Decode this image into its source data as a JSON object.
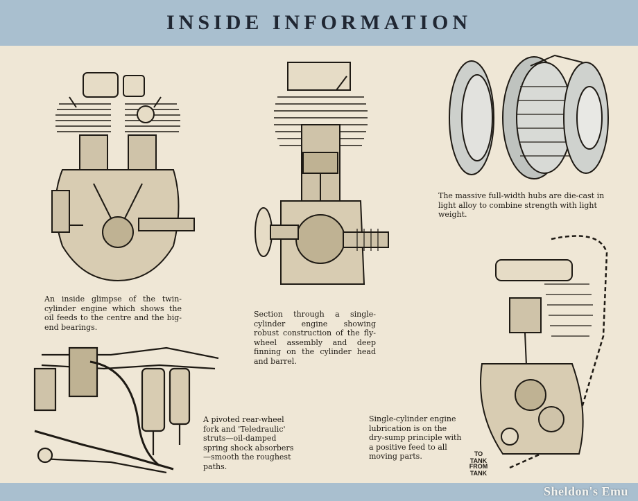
{
  "header": {
    "title": "INSIDE INFORMATION"
  },
  "captions": {
    "twin_engine": "An inside glimpse of the twin-cylinder engine which shows the oil feeds to the centre and the big-end bearings.",
    "single_section": "Section through a single-cylinder engine showing robust construction of the fly-wheel assembly and deep finning on the cylinder head and barrel.",
    "hubs": "The massive full-width hubs are die-cast in light alloy to combine strength with light weight.",
    "rear_fork": "A pivoted rear-wheel fork and 'Teledraulic' struts—oil-damped spring shock absorbers—smooth the roughest paths.",
    "lubrication": "Single-cylinder engine lubrication is on the dry-sump principle with a positive feed to all moving parts."
  },
  "labels": {
    "to_tank": "TO TANK",
    "from_tank": "FROM TANK"
  },
  "watermark": "Sheldon's Emu",
  "colors": {
    "banner": "#a9bfcf",
    "paper": "#efe7d6",
    "ink": "#1e1a14"
  }
}
